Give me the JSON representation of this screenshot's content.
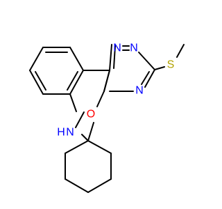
{
  "molecule": {
    "atoms": [
      {
        "id": "n1",
        "symbol": "N",
        "color": "#0000ff"
      },
      {
        "id": "n2",
        "symbol": "N",
        "color": "#0000ff"
      },
      {
        "id": "n3",
        "symbol": "N",
        "color": "#0000ff"
      },
      {
        "id": "s1",
        "symbol": "S",
        "color": "#b2a200"
      },
      {
        "id": "o1",
        "symbol": "O",
        "color": "#ff0000"
      },
      {
        "id": "nh1",
        "symbol": "N",
        "color": "#0000ff"
      },
      {
        "id": "h1",
        "symbol": "H",
        "color": "#0000ff"
      }
    ]
  }
}
